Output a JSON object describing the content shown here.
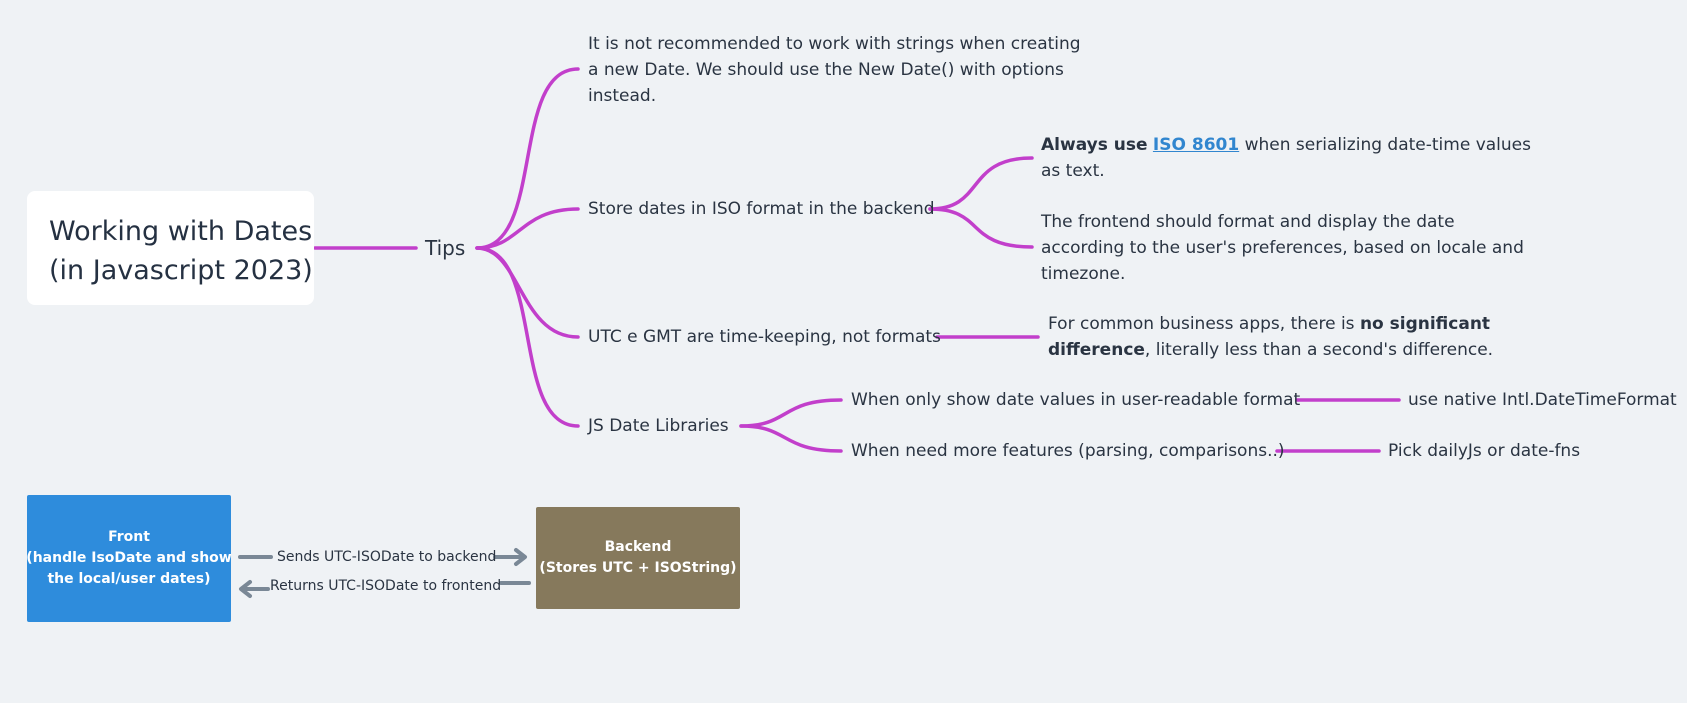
{
  "root": {
    "line1": "Working with Dates",
    "line2": "(in Javascript 2023)"
  },
  "tips": {
    "label": "Tips"
  },
  "tip_strings": {
    "line1": "It is not recommended to work with strings when creating",
    "line2": "a new Date. We should use the New Date() with options",
    "line3": "instead."
  },
  "tip_iso": {
    "label": "Store dates in ISO format in the backend",
    "always": {
      "prefix": "Always use",
      "link": "ISO 8601",
      "suffix": "when serializing date-time values",
      "line2": "as text."
    },
    "frontend": {
      "line1": "The frontend should format and display the date",
      "line2": "according to the user's preferences, based on locale and",
      "line3": "timezone."
    }
  },
  "tip_utc": {
    "label": "UTC e GMT are time-keeping, not formats",
    "detail": {
      "prefix": "For common business apps, there is",
      "bold1": "no significant",
      "bold2": "difference",
      "suffix": ", literally less than a second's difference."
    }
  },
  "tip_libs": {
    "label": "JS Date Libraries",
    "show": {
      "label": "When only show date values in user-readable format",
      "result": "use native Intl.DateTimeFormat"
    },
    "features": {
      "label": "When need more features (parsing, comparisons..)",
      "result": "Pick dailyJs or date-fns"
    }
  },
  "flow": {
    "front": {
      "line1": "Front",
      "line2": "(handle IsoDate and show",
      "line3": "the local/user dates)"
    },
    "backend": {
      "line1": "Backend",
      "line2": "(Stores UTC + ISOString)"
    },
    "sends": "Sends UTC-ISODate to backend",
    "returns": "Returns UTC-ISODate to frontend"
  },
  "colors": {
    "branch": "#c23fcb",
    "arrow": "#7a8896",
    "front": "#2e8cdc",
    "backend": "#86795c",
    "link": "#3186cf"
  }
}
